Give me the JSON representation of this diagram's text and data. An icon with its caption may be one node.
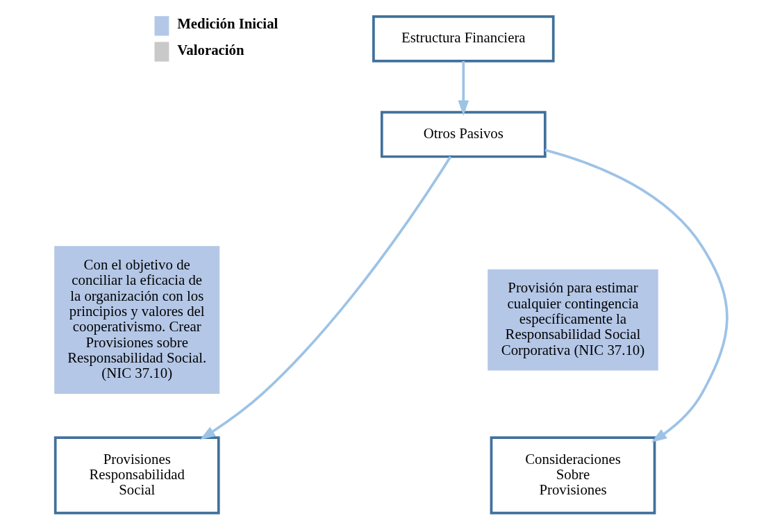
{
  "diagram": {
    "nodes": [
      {
        "text": [
          "Estructura Financiera"
        ]
      },
      {
        "text": [
          "Otros Pasivos"
        ]
      },
      {
        "text": [
          "Con el objetivo de conciliar la eficacia de la organización con los principios y valores del cooperativismo. Crear Provisiones sobre Responsabilidad Social. (NIC 37.10)"
        ]
      },
      {
        "text": [
          "Provisiones Responsabilidad Social"
        ]
      },
      {
        "text": [
          "Provisión para estimar cualquier contingencia específicamente la Responsabilidad Social Corporativa (NIC 37.10)"
        ]
      },
      {
        "text": [
          "Consideraciones Sobre Provisiones"
        ]
      }
    ],
    "edges": [
      {
        "from": 0,
        "to": 1,
        "arrow": "to"
      },
      {
        "from": 1,
        "to": 3,
        "arrow": "to"
      },
      {
        "from": 1,
        "to": 5,
        "arrow": "to"
      }
    ],
    "legend": [
      {
        "text": "Medición Inicial",
        "color": "#b4c7e7"
      },
      {
        "text": "Valoración",
        "color": "#c9c9c9"
      }
    ]
  }
}
